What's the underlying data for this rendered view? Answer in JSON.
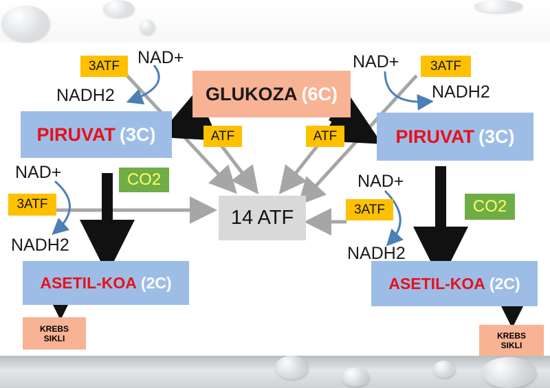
{
  "center": {
    "label": "14 ATF"
  },
  "glucose": {
    "name": "GLUKOZA",
    "carbons": "(6C)"
  },
  "left": {
    "pyruvate": {
      "name": "PIRUVAT",
      "carbons": "(3C)"
    },
    "acetyl": {
      "name": "ASETIL-KOA",
      "carbons": "(2C)"
    },
    "co2": "CO2",
    "atf_small": "ATF",
    "top_cycle": {
      "atp": "3ATF",
      "nad": "NAD+",
      "nadh": "NADH2"
    },
    "mid_cycle": {
      "atp": "3ATF",
      "nad": "NAD+",
      "nadh": "NADH2"
    },
    "krebs": [
      "KREBS",
      "SIKLI"
    ]
  },
  "right": {
    "pyruvate": {
      "name": "PIRUVAT",
      "carbons": "(3C)"
    },
    "acetyl": {
      "name": "ASETIL-KOA",
      "carbons": "(2C)"
    },
    "co2": "CO2",
    "atf_small": "ATF",
    "top_cycle": {
      "atp": "3ATF",
      "nad": "NAD+",
      "nadh": "NADH2"
    },
    "mid_cycle": {
      "atp": "3ATF",
      "nad": "NAD+",
      "nadh": "NADH2"
    },
    "krebs": [
      "KREBS",
      "SIKLI"
    ]
  },
  "colors": {
    "blue_box": "#9dbde6",
    "salmon_box": "#f8b294",
    "yellow_box": "#ffc000",
    "green_box": "#70ad47",
    "red_text": "#e8101a",
    "arrow_gray": "#a6a6a6",
    "curve_blue": "#4a7fb8"
  }
}
